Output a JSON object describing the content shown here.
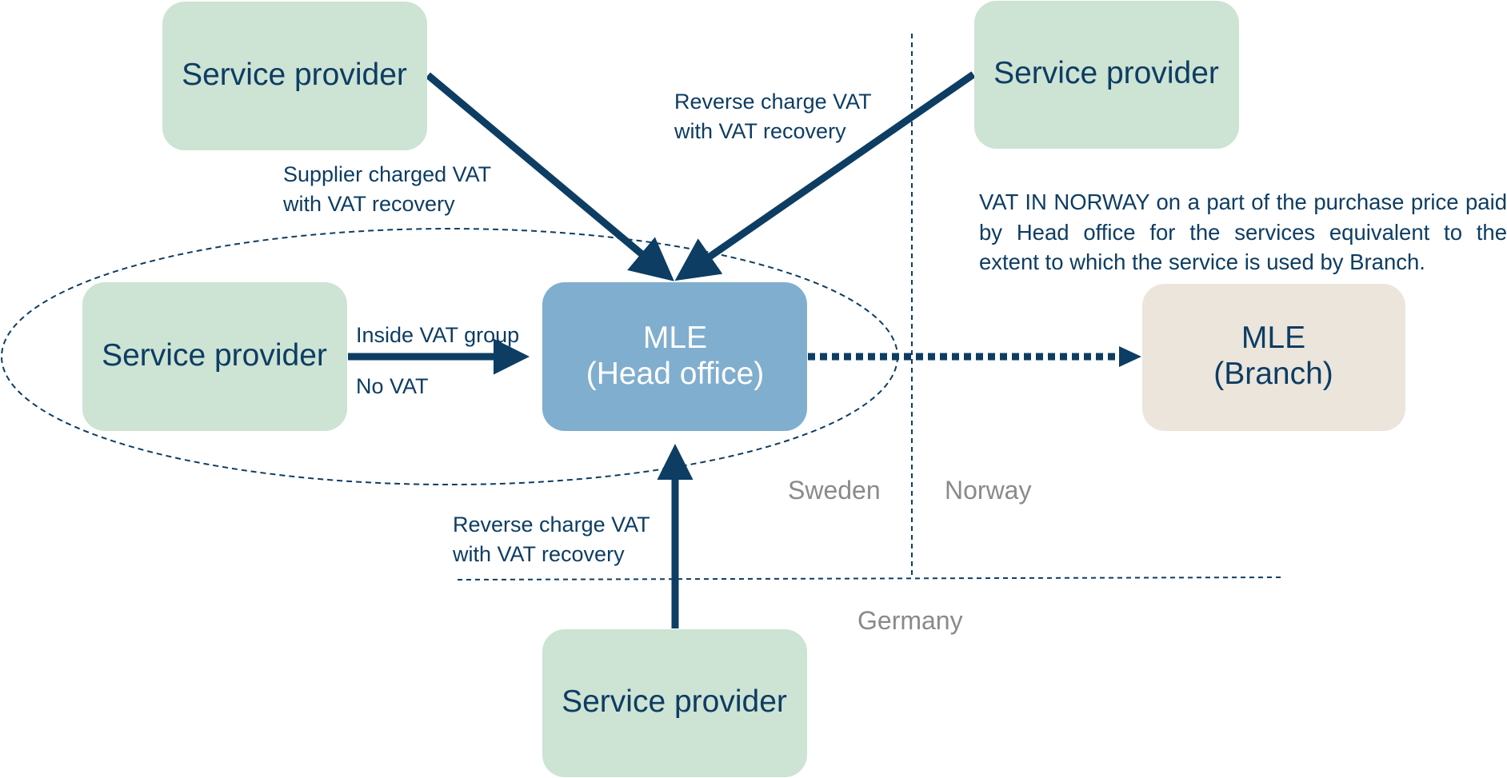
{
  "colors": {
    "primary": "#0d3d63",
    "provider_fill": "#cde3d3",
    "head_office_fill": "#80aece",
    "branch_fill": "#ece5dc",
    "country_text": "#8a8a8a",
    "head_office_text": "#ffffff"
  },
  "nodes": {
    "provider_top_left": "Service provider",
    "provider_top_right": "Service provider",
    "provider_left": "Service provider",
    "provider_bottom": "Service provider",
    "head_office": {
      "line1": "MLE",
      "line2": "(Head office)"
    },
    "branch": {
      "line1": "MLE",
      "line2": "(Branch)"
    }
  },
  "labels": {
    "supplier_charged": [
      "Supplier charged VAT",
      "with VAT recovery"
    ],
    "reverse_charge_top": [
      "Reverse charge VAT",
      "with VAT recovery"
    ],
    "inside_vat_group": "Inside VAT group",
    "no_vat": "No VAT",
    "reverse_charge_bottom": [
      "Reverse charge VAT",
      "with VAT recovery"
    ]
  },
  "countries": {
    "sweden": "Sweden",
    "norway": "Norway",
    "germany": "Germany"
  },
  "note": "VAT IN NORWAY on a part of the purchase price paid by Head office for the services equivalent to the extent to which the service is used  by Branch."
}
